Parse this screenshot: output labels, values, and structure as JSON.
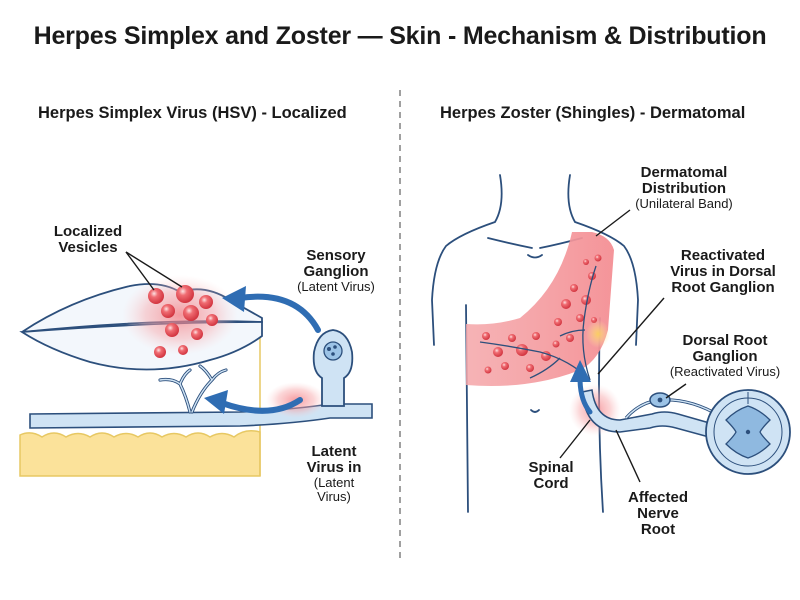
{
  "title": "Herpes Simplex and Zoster — Skin - Mechanism & Distribution",
  "left_panel": {
    "title": "Herpes Simplex Virus (HSV) - Localized",
    "localized_vesicles": {
      "line1": "Localized",
      "line2": "Vesicles"
    },
    "sensory_ganglion": {
      "line1": "Sensory",
      "line2": "Ganglion",
      "sub": "(Latent Virus)"
    },
    "latent_virus": {
      "line1": "Latent",
      "line2": "Virus in",
      "sub1": "(Latent",
      "sub2": "Virus)"
    }
  },
  "right_panel": {
    "title": "Herpes Zoster (Shingles) - Dermatomal",
    "dermatomal": {
      "line1": "Dermatomal",
      "line2": "Distribution",
      "sub": "(Unilateral Band)"
    },
    "reactivated": {
      "line1": "Reactivated",
      "line2": "Virus in Dorsal",
      "line3": "Root Ganglion"
    },
    "drg": {
      "line1": "Dorsal Root",
      "line2": "Ganglion",
      "sub": "(Reactivated Virus)"
    },
    "spinal_cord": {
      "line1": "Spinal",
      "line2": "Cord"
    },
    "nerve_root": {
      "line1": "Affected",
      "line2": "Nerve",
      "line3": "Root"
    }
  },
  "colors": {
    "vesicle": "#e8474f",
    "vesicle_glow": "#f6a3a6",
    "band": "#f6b3b5",
    "nerve": "#bcd7ee",
    "outline": "#2c4f7c",
    "arrow": "#2f6db3",
    "skin": "#fbe29a",
    "divider": "#888888"
  },
  "icons": [
    "curved-arrow-icon",
    "up-arrow-icon"
  ]
}
